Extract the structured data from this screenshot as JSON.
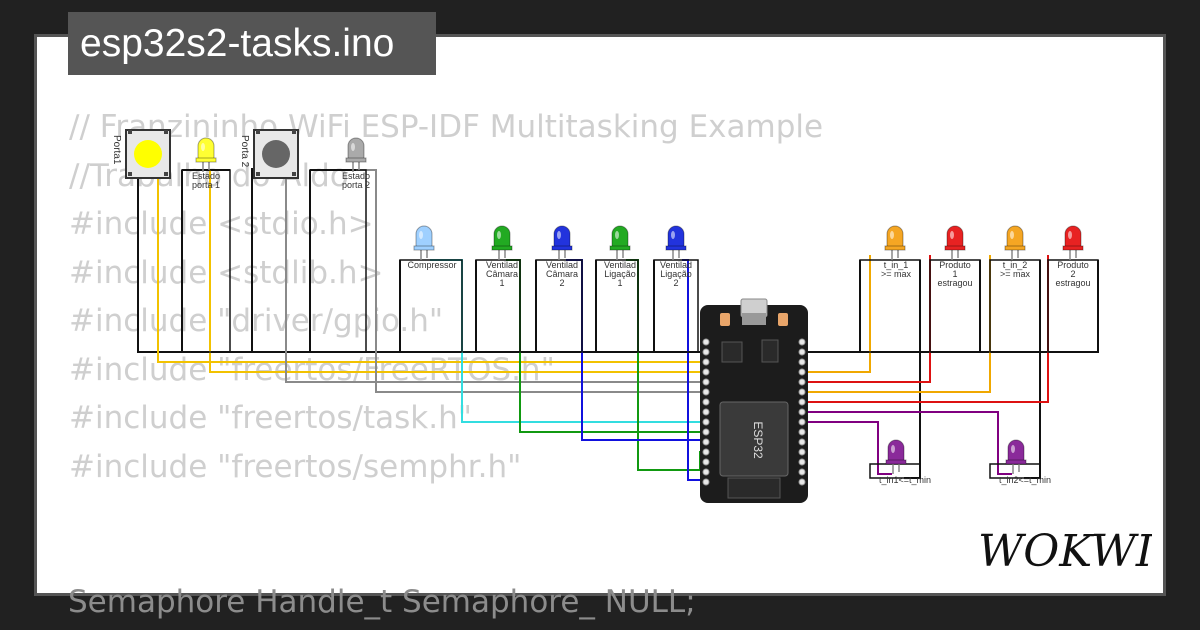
{
  "title": "esp32s2-tasks.ino",
  "code_lines": [
    "// Franzininho WiFi ESP-IDF Multitasking Example",
    "//Trabalho do Aldo",
    "#include <stdio.h>",
    "#include <stdlib.h>",
    "#include \"driver/gpio.h\"",
    "#include \"freertos/FreeRTOS.h\"",
    "#include \"freertos/task.h\"",
    "#include \"freertos/semphr.h\""
  ],
  "code_bottom": "Semaphore Handle_t Semaphore_ NULL;",
  "logo": "WOKWI",
  "components": {
    "button1": {
      "label": "Porta1",
      "color": "#ffff00"
    },
    "button2": {
      "label": "Porta 2",
      "color": "#666666"
    },
    "led_estado1": {
      "label1": "Estado",
      "label2": "porta 1",
      "color": "#ffff33"
    },
    "led_estado2": {
      "label1": "Estado",
      "label2": "porta 2",
      "color": "#aaaaaa"
    },
    "led_compressor": {
      "label1": "Compressor",
      "color": "#9fd0ff"
    },
    "led_ventilador1": {
      "label1": "Ventilad",
      "label2": "Câmara",
      "label3": "1",
      "color": "#22aa22"
    },
    "led_ventilador2": {
      "label1": "Ventilad",
      "label2": "Câmara",
      "label3": "2",
      "color": "#2233dd"
    },
    "led_ligacao1": {
      "label1": "Ventilad",
      "label2": "Ligação",
      "label3": "1",
      "color": "#22aa22"
    },
    "led_ligacao2": {
      "label1": "Ventilad",
      "label2": "Ligação",
      "label3": "2",
      "color": "#2233dd"
    },
    "led_tin1_max": {
      "label1": "t_in_1",
      "label2": ">= max",
      "color": "#f5a623"
    },
    "led_produto1": {
      "label1": "Produto",
      "label2": "1",
      "label3": "estragou",
      "color": "#e82222"
    },
    "led_tin2_max": {
      "label1": "t_in_2",
      "label2": ">= max",
      "color": "#f5a623"
    },
    "led_produto2": {
      "label1": "Produto",
      "label2": "2",
      "label3": "estragou",
      "color": "#e82222"
    },
    "led_tin1_min": {
      "label1": "t_in1<=t_min",
      "color": "#8a2a9a"
    },
    "led_tin2_min": {
      "label1": "t_in2<=t_min",
      "color": "#8a2a9a"
    }
  },
  "board": {
    "chip": "ESP32",
    "color": "#1c1c1c"
  },
  "wire_colors": {
    "black": "#111111",
    "yellow": "#f2c200",
    "gray": "#8a8a8a",
    "cyan": "#33dde0",
    "green": "#119911",
    "blue": "#1111dd",
    "orange": "#f0a800",
    "red": "#dd1111",
    "purple": "#800080"
  }
}
